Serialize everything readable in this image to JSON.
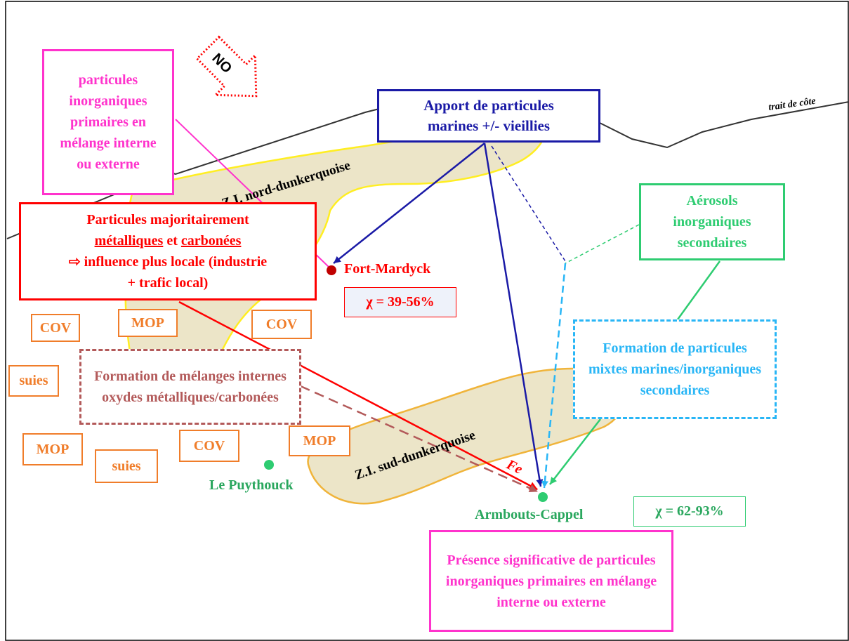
{
  "colors": {
    "magenta": "#ff33cc",
    "red": "#ff0000",
    "dark_red": "#c00000",
    "blue": "#1a1aa6",
    "green": "#2ecc71",
    "cyan": "#29b6f6",
    "orange": "#f07d2a",
    "brown": "#b35a5a",
    "zone_fill": "#ece5c8"
  },
  "wind": {
    "label": "NO"
  },
  "coastline": {
    "label": "trait de côte"
  },
  "zones": {
    "north": "Z.I. nord-dunkerquoise",
    "south": "Z.I. sud-dunkerquoise"
  },
  "boxes": {
    "primary_particles": "particules inorganiques primaires en mélange interne ou externe",
    "marine_input": {
      "line1": "Apport de particules",
      "line2": "marines +/- vieillies"
    },
    "metallic": {
      "line1": "Particules majoritairement",
      "metal_word": "métalliques",
      "and_word": " et ",
      "carbon_word": "carbonées",
      "line3": "⇨ influence plus locale (industrie",
      "line4": "+ trafic local)"
    },
    "secondary_aerosols": "Aérosols inorganiques secondaires",
    "mixed_formation": "Formation de particules mixtes marines/inorganiques secondaires",
    "internal_mixtures": "Formation de mélanges internes oxydes métalliques/carbonées",
    "significant_presence": "Présence significative de particules inorganiques primaires en mélange interne ou externe"
  },
  "sources": {
    "cov1": "COV",
    "mop1": "MOP",
    "cov2": "COV",
    "suies1": "suies",
    "mop2": "MOP",
    "suies2": "suies",
    "cov3": "COV",
    "mop3": "MOP"
  },
  "sites": {
    "fort_mardyck": {
      "name": "Fort-Mardyck",
      "chi": "χ = 39-56%"
    },
    "armbouts": {
      "name": "Armbouts-Cappel",
      "chi": "χ = 62-93%"
    },
    "puythouck": {
      "name": "Le Puythouck"
    }
  },
  "fe_label": "Fe"
}
